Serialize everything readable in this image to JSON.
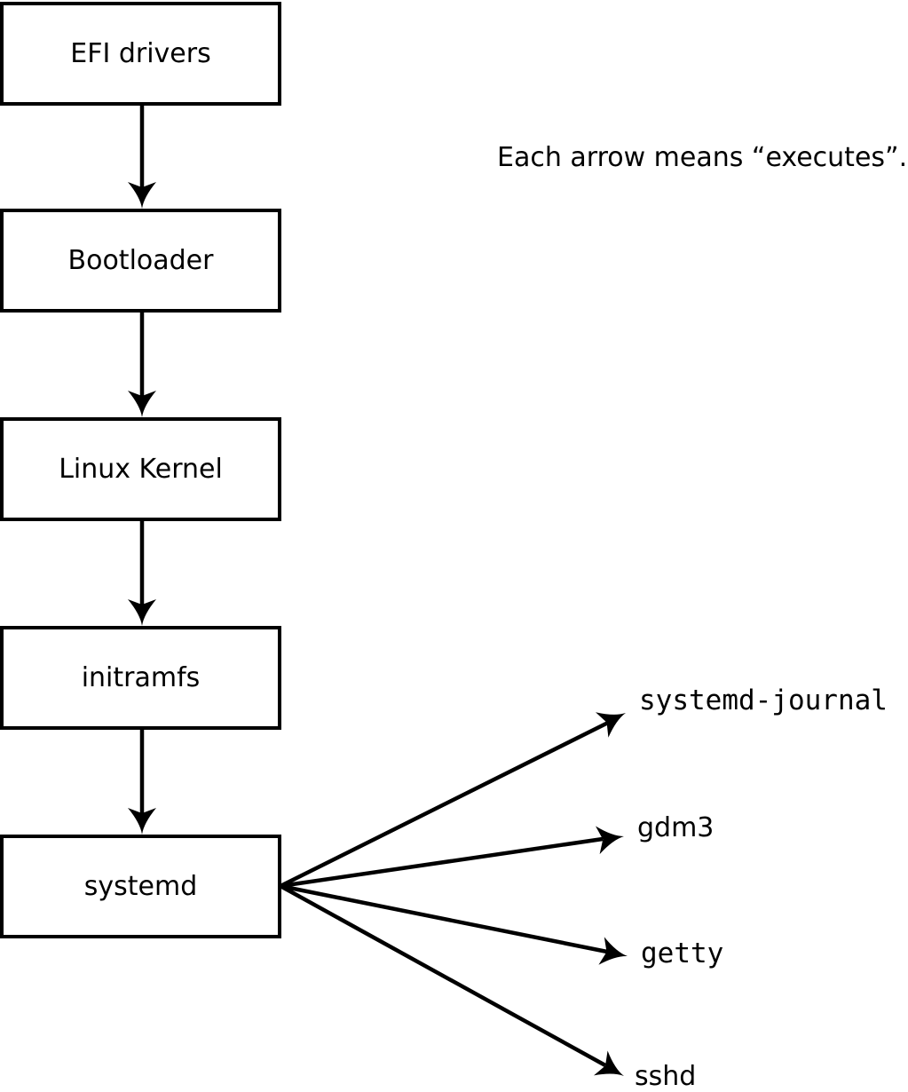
{
  "caption": "Each arrow means “executes”.",
  "arrow_meaning": "executes",
  "boxes": [
    {
      "label": "EFI drivers"
    },
    {
      "label": "Bootloader"
    },
    {
      "label": "Linux Kernel"
    },
    {
      "label": "initramfs"
    },
    {
      "label": "systemd"
    }
  ],
  "systemd_children": [
    {
      "label": "systemd-journal"
    },
    {
      "label": "gdm3"
    },
    {
      "label": "getty"
    },
    {
      "label": "sshd"
    }
  ],
  "edges": [
    {
      "from": "EFI drivers",
      "to": "Bootloader"
    },
    {
      "from": "Bootloader",
      "to": "Linux Kernel"
    },
    {
      "from": "Linux Kernel",
      "to": "initramfs"
    },
    {
      "from": "initramfs",
      "to": "systemd"
    },
    {
      "from": "systemd",
      "to": "systemd-journal"
    },
    {
      "from": "systemd",
      "to": "gdm3"
    },
    {
      "from": "systemd",
      "to": "getty"
    },
    {
      "from": "systemd",
      "to": "sshd"
    }
  ],
  "colors": {
    "line": "#000000",
    "background": "#ffffff",
    "box_fill": "#ffffff",
    "text": "#000000"
  }
}
